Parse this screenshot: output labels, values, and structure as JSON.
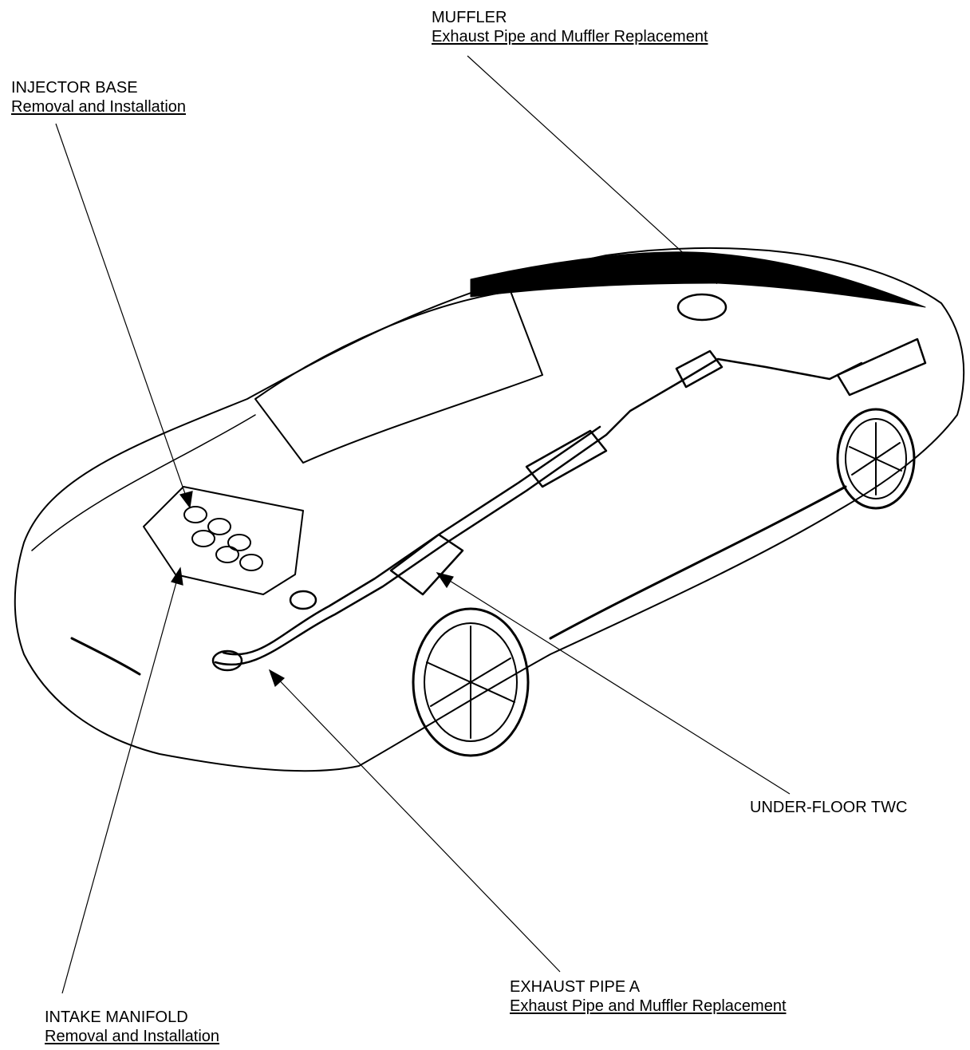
{
  "callouts": {
    "muffler": {
      "title": "MUFFLER",
      "link": "Exhaust Pipe and Muffler Replacement"
    },
    "injector_base": {
      "title": "INJECTOR BASE",
      "link": "Removal and Installation"
    },
    "under_floor_twc": {
      "title": "UNDER-FLOOR TWC"
    },
    "exhaust_pipe_a": {
      "title": "EXHAUST PIPE A",
      "link": "Exhaust Pipe and Muffler Replacement"
    },
    "intake_manifold": {
      "title": "INTAKE MANIFOLD",
      "link": "Removal and Installation"
    }
  },
  "colors": {
    "ink": "#000000",
    "paper": "#ffffff"
  }
}
